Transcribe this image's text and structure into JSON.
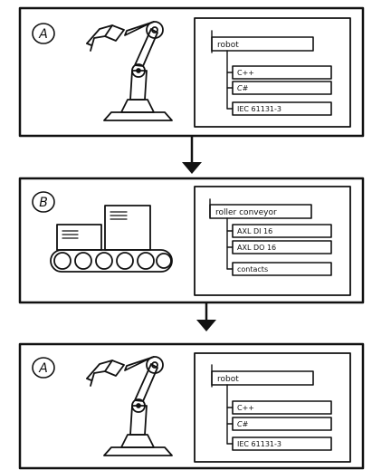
{
  "panels": [
    {
      "letter": "A",
      "title": "robot",
      "items": [
        "C++",
        "C#",
        "IEC 61131-3"
      ]
    },
    {
      "letter": "B",
      "title": "roller conveyor",
      "items": [
        "AXL DI 16",
        "AXL DO 16",
        "contacts"
      ]
    },
    {
      "letter": "A",
      "title": "robot",
      "items": [
        "C++",
        "C#",
        "IEC 61131-3"
      ]
    }
  ]
}
